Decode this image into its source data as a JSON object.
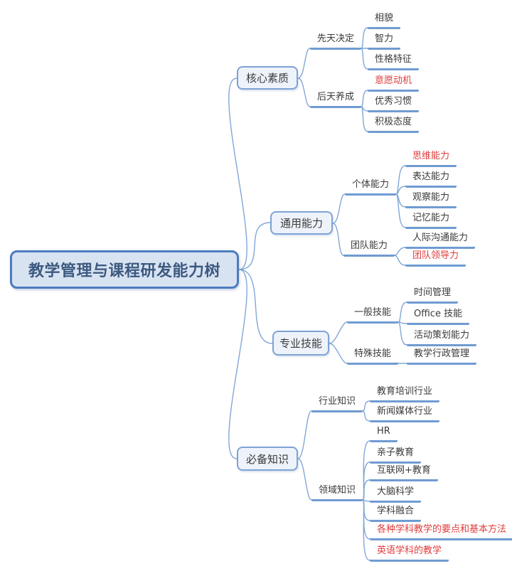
{
  "colors": {
    "line": "#6f9bd2",
    "curve": "#82a7d8",
    "red": "#e03c3c",
    "text": "#3a3a3a",
    "root-border": "#4d7bc0",
    "root-fill": "#d8e3f2",
    "root-text": "#3d5a80",
    "box-border": "#7ea3d4",
    "box-fill": "#eef3fb",
    "bg": "#ffffff"
  },
  "tree": {
    "root": {
      "label": "教学管理与课程研发能力树"
    },
    "branches": [
      {
        "label": "核心素质",
        "groups": [
          {
            "label": "先天决定",
            "leaves": [
              {
                "label": "相貌"
              },
              {
                "label": "智力"
              },
              {
                "label": "性格特征"
              }
            ]
          },
          {
            "label": "后天养成",
            "leaves": [
              {
                "label": "意愿动机",
                "emphasis": true
              },
              {
                "label": "优秀习惯"
              },
              {
                "label": "积极态度"
              }
            ]
          }
        ]
      },
      {
        "label": "通用能力",
        "groups": [
          {
            "label": "个体能力",
            "leaves": [
              {
                "label": "思维能力",
                "emphasis": true
              },
              {
                "label": "表达能力"
              },
              {
                "label": "观察能力"
              },
              {
                "label": "记忆能力"
              }
            ]
          },
          {
            "label": "团队能力",
            "leaves": [
              {
                "label": "人际沟通能力"
              },
              {
                "label": "团队领导力",
                "emphasis": true
              }
            ]
          }
        ]
      },
      {
        "label": "专业技能",
        "groups": [
          {
            "label": "一般技能",
            "leaves": [
              {
                "label": "时间管理"
              },
              {
                "label": "Office 技能"
              },
              {
                "label": "活动策划能力"
              }
            ]
          },
          {
            "label": "特殊技能",
            "leaves": [
              {
                "label": "教学行政管理"
              }
            ]
          }
        ]
      },
      {
        "label": "必备知识",
        "groups": [
          {
            "label": "行业知识",
            "leaves": [
              {
                "label": "教育培训行业"
              },
              {
                "label": "新闻媒体行业"
              }
            ]
          },
          {
            "label": "领域知识",
            "leaves": [
              {
                "label": "HR"
              },
              {
                "label": "亲子教育"
              },
              {
                "label": "互联网+教育"
              },
              {
                "label": "大脑科学"
              },
              {
                "label": "学科融合"
              },
              {
                "label": "各种学科教学的要点和基本方法",
                "emphasis": true
              },
              {
                "label": "英语学科的教学",
                "emphasis": true
              }
            ]
          }
        ]
      }
    ]
  }
}
